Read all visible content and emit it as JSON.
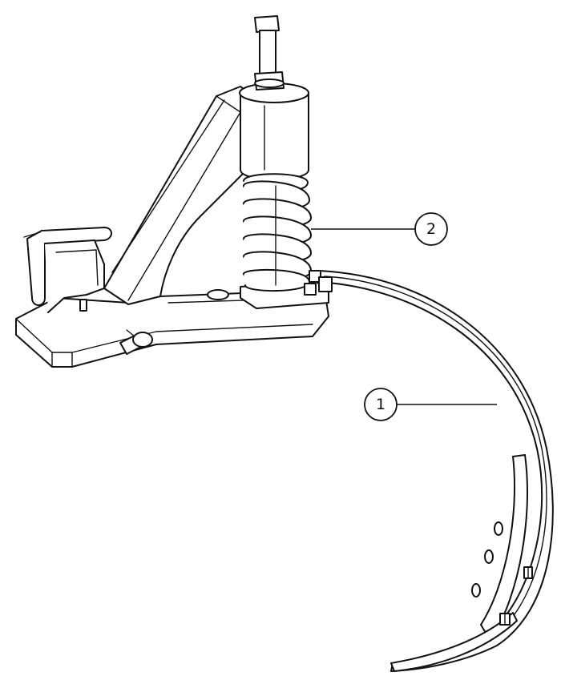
{
  "callouts": [
    {
      "id": "part-1",
      "label": "1"
    },
    {
      "id": "part-2",
      "label": "2"
    }
  ],
  "colors": {
    "line": "#111111",
    "background": "#ffffff"
  }
}
